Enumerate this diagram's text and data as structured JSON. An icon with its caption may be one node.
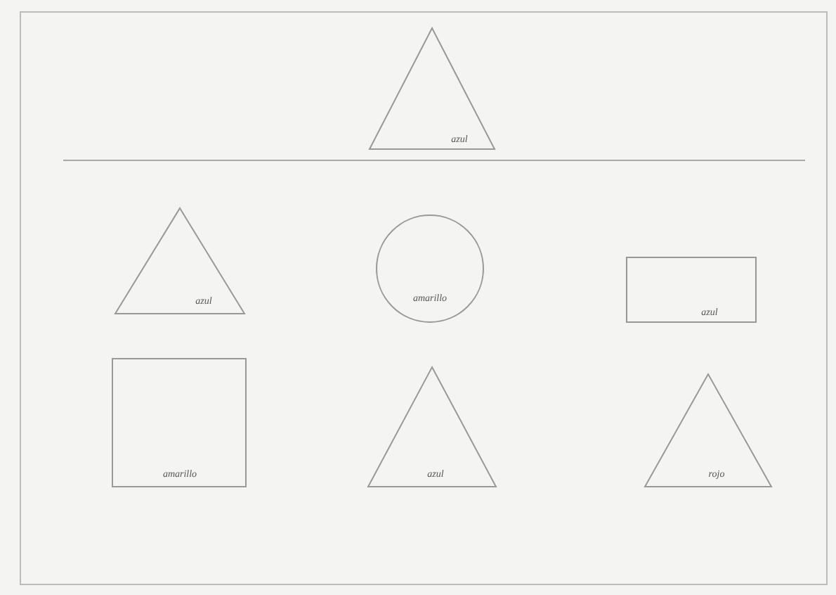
{
  "diagram": {
    "nodes": [
      {
        "text": [
          "azul"
        ]
      },
      {
        "text": [
          "azul"
        ]
      },
      {
        "text": [
          "amarillo"
        ]
      },
      {
        "text": [
          "azul"
        ]
      },
      {
        "text": [
          "amarillo"
        ]
      },
      {
        "text": [
          "azul"
        ]
      },
      {
        "text": [
          "rojo"
        ]
      }
    ]
  }
}
